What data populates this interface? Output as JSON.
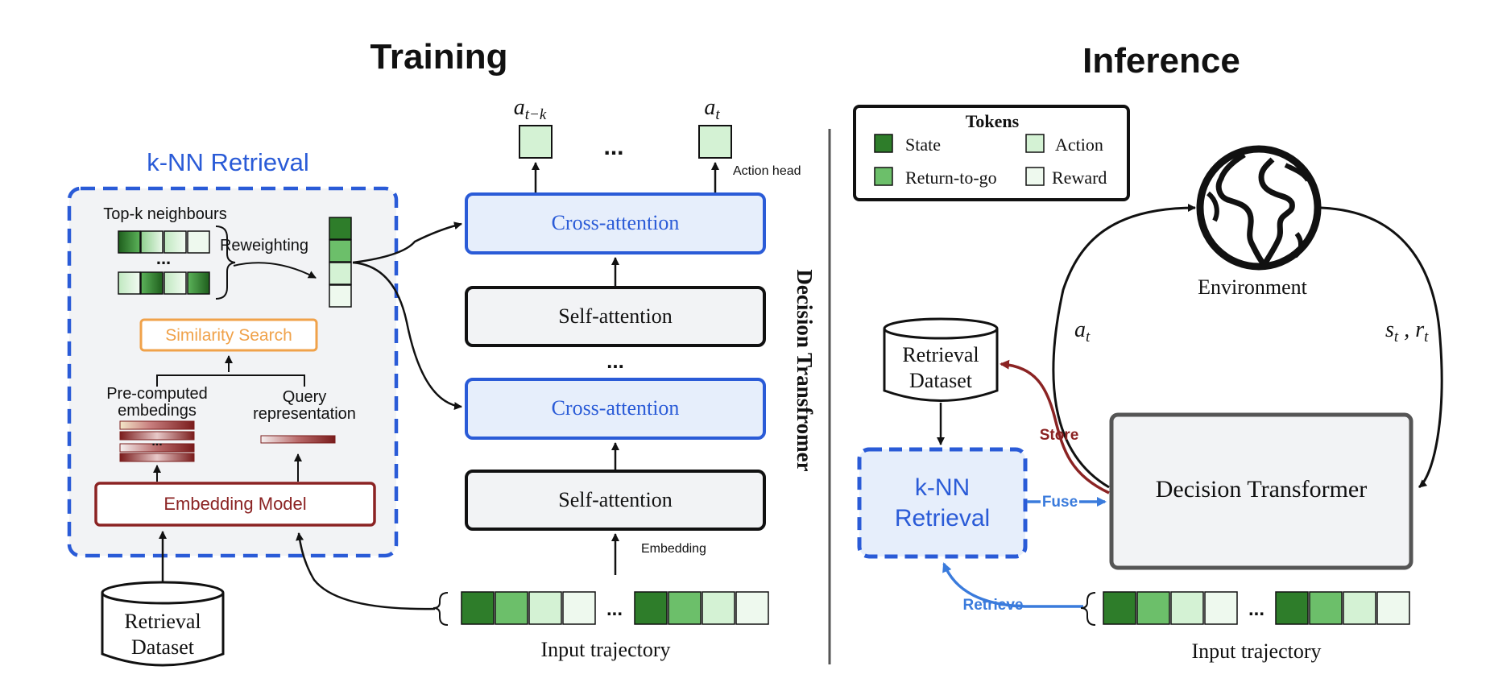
{
  "titles": {
    "training": "Training",
    "inference": "Inference"
  },
  "training": {
    "knn_title": "k-NN Retrieval",
    "topk_label": "Top-k neighbours",
    "reweighting": "Reweighting",
    "dots": "...",
    "similarity_search": "Similarity Search",
    "precomputed_line1": "Pre-computed",
    "precomputed_line2": "embedings",
    "query_line1": "Query",
    "query_line2": "representation",
    "embedding_model": "Embedding Model",
    "dataset_line1": "Retrieval",
    "dataset_line2": "Dataset",
    "action_head": "Action head",
    "embedding": "Embedding",
    "input_trajectory": "Input trajectory",
    "cross_attention": "Cross-attention",
    "self_attention": "Self-attention",
    "dt_vertical": "Decision Transfromer",
    "action_left_base": "a",
    "action_left_sub": "t−k",
    "action_right_base": "a",
    "action_right_sub": "t",
    "ellipsis": "..."
  },
  "legend": {
    "title": "Tokens",
    "items": [
      {
        "label": "State",
        "color": "#2e7d2a"
      },
      {
        "label": "Action",
        "color": "#d4f2d4"
      },
      {
        "label": "Return-to-go",
        "color": "#6cbf6a"
      },
      {
        "label": "Reward",
        "color": "#eef9ee"
      }
    ]
  },
  "inference": {
    "environment": "Environment",
    "action_base": "a",
    "action_sub": "t",
    "state_reward": "s",
    "state_sub": "t",
    "reward_base": "r",
    "reward_sub": "t",
    "dataset_line1": "Retrieval",
    "dataset_line2": "Dataset",
    "knn_line1": "k-NN",
    "knn_line2": "Retrieval",
    "store": "Store",
    "fuse": "Fuse",
    "retrieve": "Retrieve",
    "decision_transformer": "Decision Transformer",
    "input_trajectory": "Input trajectory",
    "ellipsis": "..."
  },
  "colors": {
    "blue": "#2a5bd7",
    "blue_fill": "#e6eefb",
    "dark_red": "#8b2323",
    "orange": "#f0a24a",
    "state": "#2e7d2a",
    "rtg": "#6cbf6a",
    "action": "#d4f2d4",
    "reward": "#eef9ee",
    "inference_blue": "#3a7bdc"
  }
}
